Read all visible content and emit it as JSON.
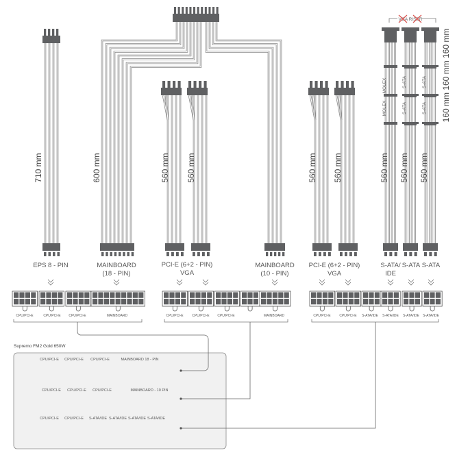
{
  "title": "Supremo FM2 Gold 650W",
  "cables": {
    "eps": {
      "label": "EPS 8 - PIN",
      "length": "710 mm"
    },
    "mb18": {
      "label1": "MAINBOARD",
      "label2": "(18 - PIN)",
      "length": "600 mm"
    },
    "pcie1": {
      "length": "560 mm"
    },
    "pcie2": {
      "length": "560 mm"
    },
    "pcie_group1": {
      "label1": "PCI-E (6+2 - PIN)",
      "label2": "VGA"
    },
    "mb10": {
      "label1": "MAINBOARD",
      "label2": "(10 - PIN)"
    },
    "pcie3": {
      "length": "560 mm"
    },
    "pcie4": {
      "length": "560 mm"
    },
    "pcie_group2": {
      "label1": "PCI-E (6+2 - PIN)",
      "label2": "VGA"
    },
    "sata1": {
      "label1": "S-ATA/",
      "label2": "IDE",
      "length": "560 mm",
      "seg1": "MOLEX",
      "seg2": "MOLEX"
    },
    "sata2": {
      "label": "S-ATA",
      "length": "560 mm",
      "seg1": "S-ATA",
      "seg2": "S-ATA"
    },
    "sata3": {
      "label": "S-ATA",
      "length": "560 mm",
      "seg1": "S-ATA",
      "seg2": "S-ATA"
    },
    "segment_lengths": "160 mm 160 mm 160 mm",
    "crossed_out": "VGA RISER"
  },
  "sockets": {
    "group1": [
      "CPU/PCI-E",
      "CPU/PCI-E",
      "CPU/PCI-E",
      "MAINBOARD"
    ],
    "group2": [
      "CPU/PCI-E",
      "CPU/PCI-E",
      "CPU/PCI-E",
      "MAINBOARD"
    ],
    "group3": [
      "CPU/PCI-E",
      "CPU/PCI-E",
      "S-ATA/IDE",
      "S-ATA/IDE",
      "S-ATA/IDE",
      "S-ATA/IDE"
    ]
  },
  "panel": {
    "row1": [
      "CPU/PCI-E",
      "CPU/PCI-E",
      "CPU/PCI-E",
      "MAINBOARD 18 - PIN"
    ],
    "row2": [
      "CPU/PCI-E",
      "CPU/PCI-E",
      "CPU/PCI-E",
      "MAINBOARD - 10 PIN"
    ],
    "row3": [
      "CPU/PCI-E",
      "CPU/PCI-E",
      "S-ATA/IDE",
      "S-ATA/IDE",
      "S-ATA/IDE",
      "S-ATA/IDE"
    ]
  },
  "colors": {
    "connector": "#5f6062",
    "wire": "#8a8a8a",
    "cross": "#d9534f",
    "panel": "#f1f1f1"
  }
}
